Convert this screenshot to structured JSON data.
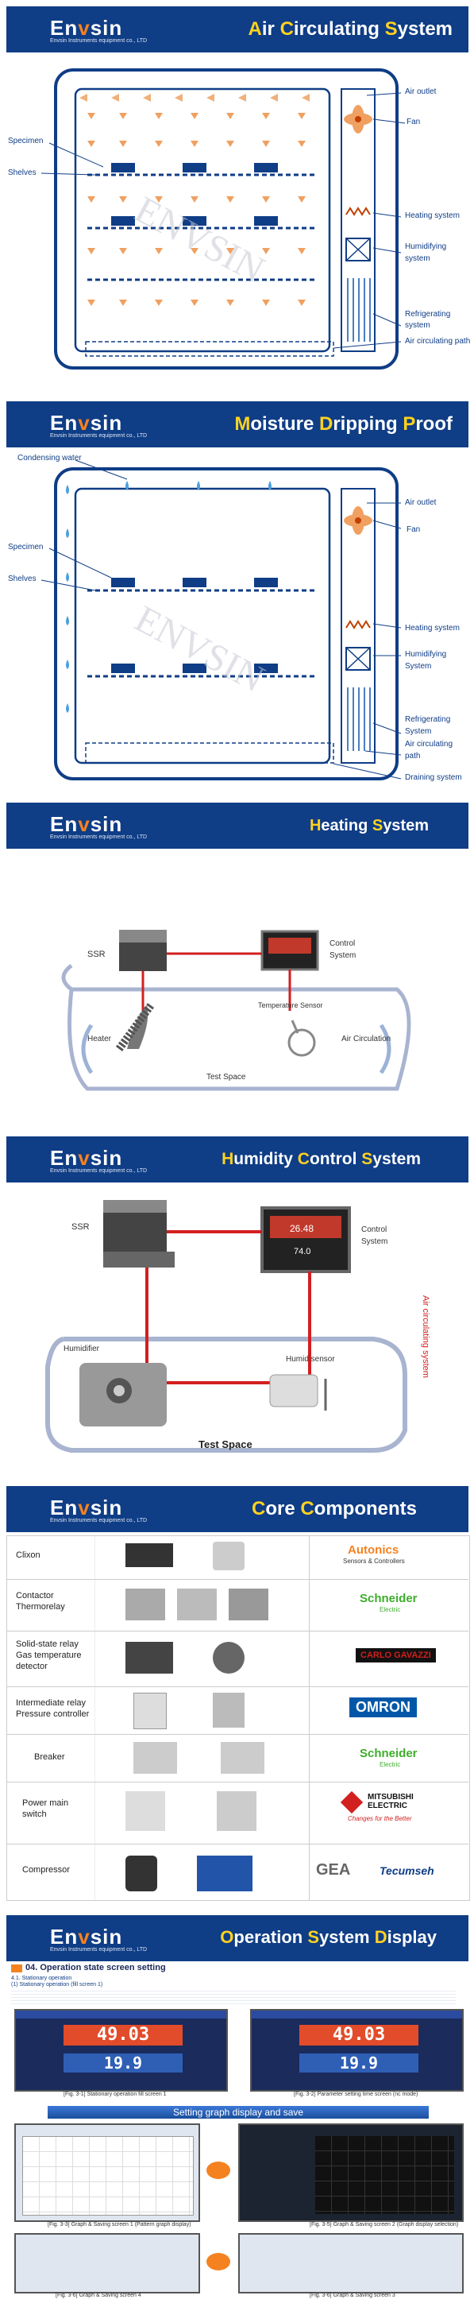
{
  "brand": {
    "logo_pre": "En",
    "logo_mid": "v",
    "logo_post": "sin",
    "subtitle": "Envsin Instruments equipment co., LTD"
  },
  "sections": {
    "air": {
      "title_parts": [
        "A",
        "ir ",
        "C",
        "irculating ",
        "S",
        "ystem"
      ],
      "labels": {
        "air_outlet": "Air outlet",
        "fan": "Fan",
        "specimen": "Specimen",
        "shelves": "Shelves",
        "heating": "Heating system",
        "humid1": "Humidifying",
        "humid2": "system",
        "refrig1": "Refrigerating",
        "refrig2": "system",
        "air_path": "Air circulating path"
      }
    },
    "moist": {
      "title_parts": [
        "M",
        "oisture ",
        "D",
        "ripping ",
        "P",
        "roof"
      ],
      "labels": {
        "condensing": "Condensing water",
        "air_outlet": "Air outlet",
        "fan": "Fan",
        "specimen": "Specimen",
        "shelves": "Shelves",
        "heating": "Heating system",
        "humid1": "Humidifying",
        "humid2": "System",
        "refrig1": "Refrigerating",
        "refrig2": "System",
        "air_path1": "Air circulating",
        "air_path2": "path",
        "drain": "Draining system"
      }
    },
    "heat": {
      "title_parts": [
        "H",
        "eating ",
        "S",
        "ystem"
      ],
      "labels": {
        "ssr": "SSR",
        "control1": "Control",
        "control2": "System",
        "sensor": "Temperature Sensor",
        "heater": "Heater",
        "air_circ": "Air Circulation",
        "test_space": "Test Space"
      }
    },
    "humid": {
      "title_parts": [
        "H",
        "umidity ",
        "C",
        "ontrol ",
        "S",
        "ystem"
      ],
      "labels": {
        "ssr": "SSR",
        "control1": "Control",
        "control2": "System",
        "humidifier": "Humidifier",
        "humid_sensor": "Humid sensor",
        "air_vert": "Air circulating system",
        "test_space": "Test Space",
        "display1": "26.48",
        "display2": "74.0"
      }
    },
    "core": {
      "title_parts": [
        "C",
        "ore ",
        "C",
        "omponents"
      ],
      "rows": [
        {
          "label": "Clixon",
          "brand": "Autonics",
          "brand_sub": "Sensors & Controllers"
        },
        {
          "label": "Contactor\nThermorelay",
          "brand": "Schneider",
          "brand_sub": "Electric"
        },
        {
          "label": "Solid-state relay\nGas temperature\ndetector",
          "brand": "CARLO GAVAZZI",
          "brand_sub": ""
        },
        {
          "label": "Intermediate relay\nPressure controller",
          "brand": "OMRON",
          "brand_sub": ""
        },
        {
          "label": "Breaker",
          "brand": "Schneider",
          "brand_sub": "Electric"
        },
        {
          "label": "Power main\nswitch",
          "brand": "MITSUBISHI\nELECTRIC",
          "brand_sub": "Changes for the Better"
        },
        {
          "label": "Compressor",
          "brand": "GEA",
          "brand_sub": "Tecumseh"
        }
      ]
    },
    "ops": {
      "title_parts": [
        "O",
        "peration ",
        "S",
        "ystem ",
        "D",
        "isplay"
      ],
      "heading": "04. Operation state screen setting",
      "sub1": "4.1. Stationary operation",
      "sub2": "(1) Stationary operation (fill screen 1)",
      "graph_banner": "Setting graph display and save",
      "screen_val1": "49.03",
      "screen_val2": "19.9",
      "screen_val3": "49.03",
      "screen_val4": "19.9",
      "caps": [
        "[Fig. 3-1] Stationary operation fill screen 1",
        "[Fig. 3-2] Parameter setting time screen (nc mode)",
        "[Fig. 3-3] Graph & Saving screen 1 (Pattern graph display)",
        "[Fig. 3-5] Graph & Saving screen 2 (Graph display selection)",
        "[Fig. 3-6] Graph & Saving screen 4",
        "[Fig. 3-6] Graph & Saving screen 3"
      ]
    }
  },
  "watermark": "ENVSIN",
  "colors": {
    "navy": "#0f3d86",
    "orange": "#f58220",
    "yellow": "#ffd21f"
  }
}
